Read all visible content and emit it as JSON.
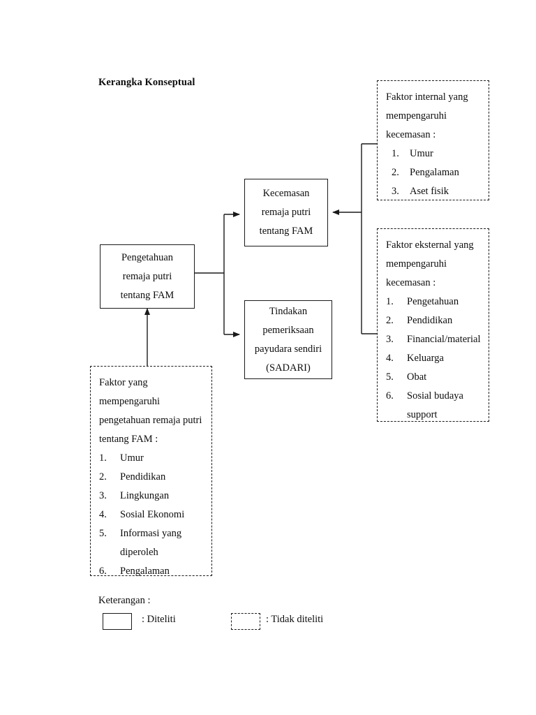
{
  "title": "Kerangka Konseptual",
  "boxes": {
    "pengetahuan": {
      "type": "solid",
      "lines": [
        "Pengetahuan",
        "remaja putri",
        "tentang FAM"
      ]
    },
    "kecemasan": {
      "type": "solid",
      "lines": [
        "Kecemasan",
        "remaja putri",
        "tentang FAM"
      ]
    },
    "tindakan": {
      "type": "solid",
      "lines": [
        "Tindakan",
        "pemeriksaan",
        "payudara sendiri",
        "(SADARI)"
      ]
    },
    "faktor_internal": {
      "type": "dashed",
      "lead": [
        "Faktor internal yang",
        "mempengaruhi",
        "kecemasan :"
      ],
      "items": [
        "Umur",
        "Pengalaman",
        "Aset fisik"
      ]
    },
    "faktor_eksternal": {
      "type": "dashed",
      "lead": [
        "Faktor eksternal yang",
        "mempengaruhi",
        "kecemasan :"
      ],
      "items": [
        "Pengetahuan",
        "Pendidikan",
        "Financial/material",
        "Keluarga",
        "Obat",
        "Sosial budaya"
      ],
      "item6_continuation": "support"
    },
    "faktor_pengetahuan": {
      "type": "dashed",
      "lead": [
        "Faktor yang",
        "mempengaruhi",
        "pengetahuan remaja putri",
        "tentang FAM :"
      ],
      "items": [
        "Umur",
        "Pendidikan",
        "Lingkungan",
        "Sosial Ekonomi",
        "Informasi yang",
        "Pengalaman"
      ],
      "item5_continuation": "diperoleh"
    }
  },
  "legend": {
    "title": "Keterangan :",
    "items": [
      {
        "swatch": "solid",
        "label": ": Diteliti"
      },
      {
        "swatch": "dashed",
        "label": ": Tidak diteliti"
      }
    ]
  },
  "colors": {
    "ink": "#0d0d0d",
    "stroke": "#1a1a1a",
    "background": "#ffffff"
  }
}
